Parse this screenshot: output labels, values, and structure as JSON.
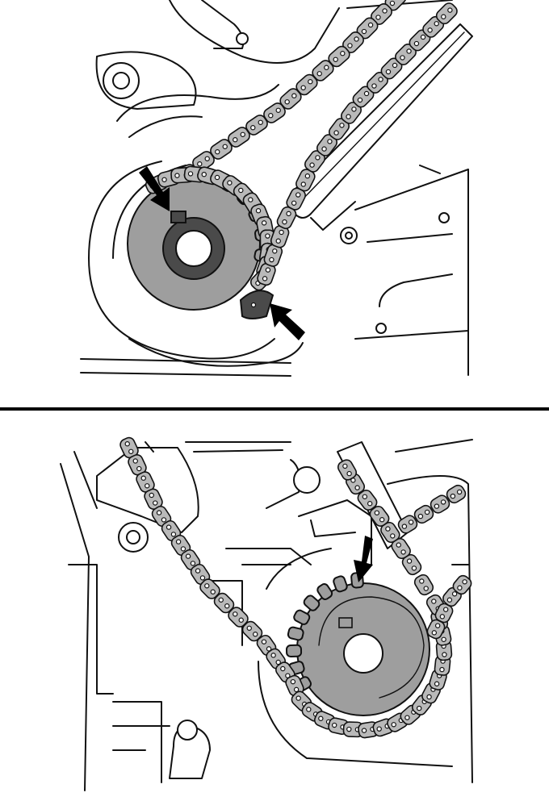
{
  "figures": [
    {
      "id": "top",
      "description_marks": [
        "crankshaft-sprocket",
        "timing-chain",
        "chain-tensioner"
      ]
    },
    {
      "id": "bottom",
      "description_marks": [
        "camshaft-sprocket",
        "timing-chain",
        "chain-guide"
      ]
    }
  ],
  "colors": {
    "chain": "#b9b9b9",
    "sprocket": "#9e9e9e",
    "hub": "#4a4a4a",
    "ink": "#111111",
    "arrow": "#000000"
  },
  "icons": [
    "alignment-arrow-icon"
  ]
}
